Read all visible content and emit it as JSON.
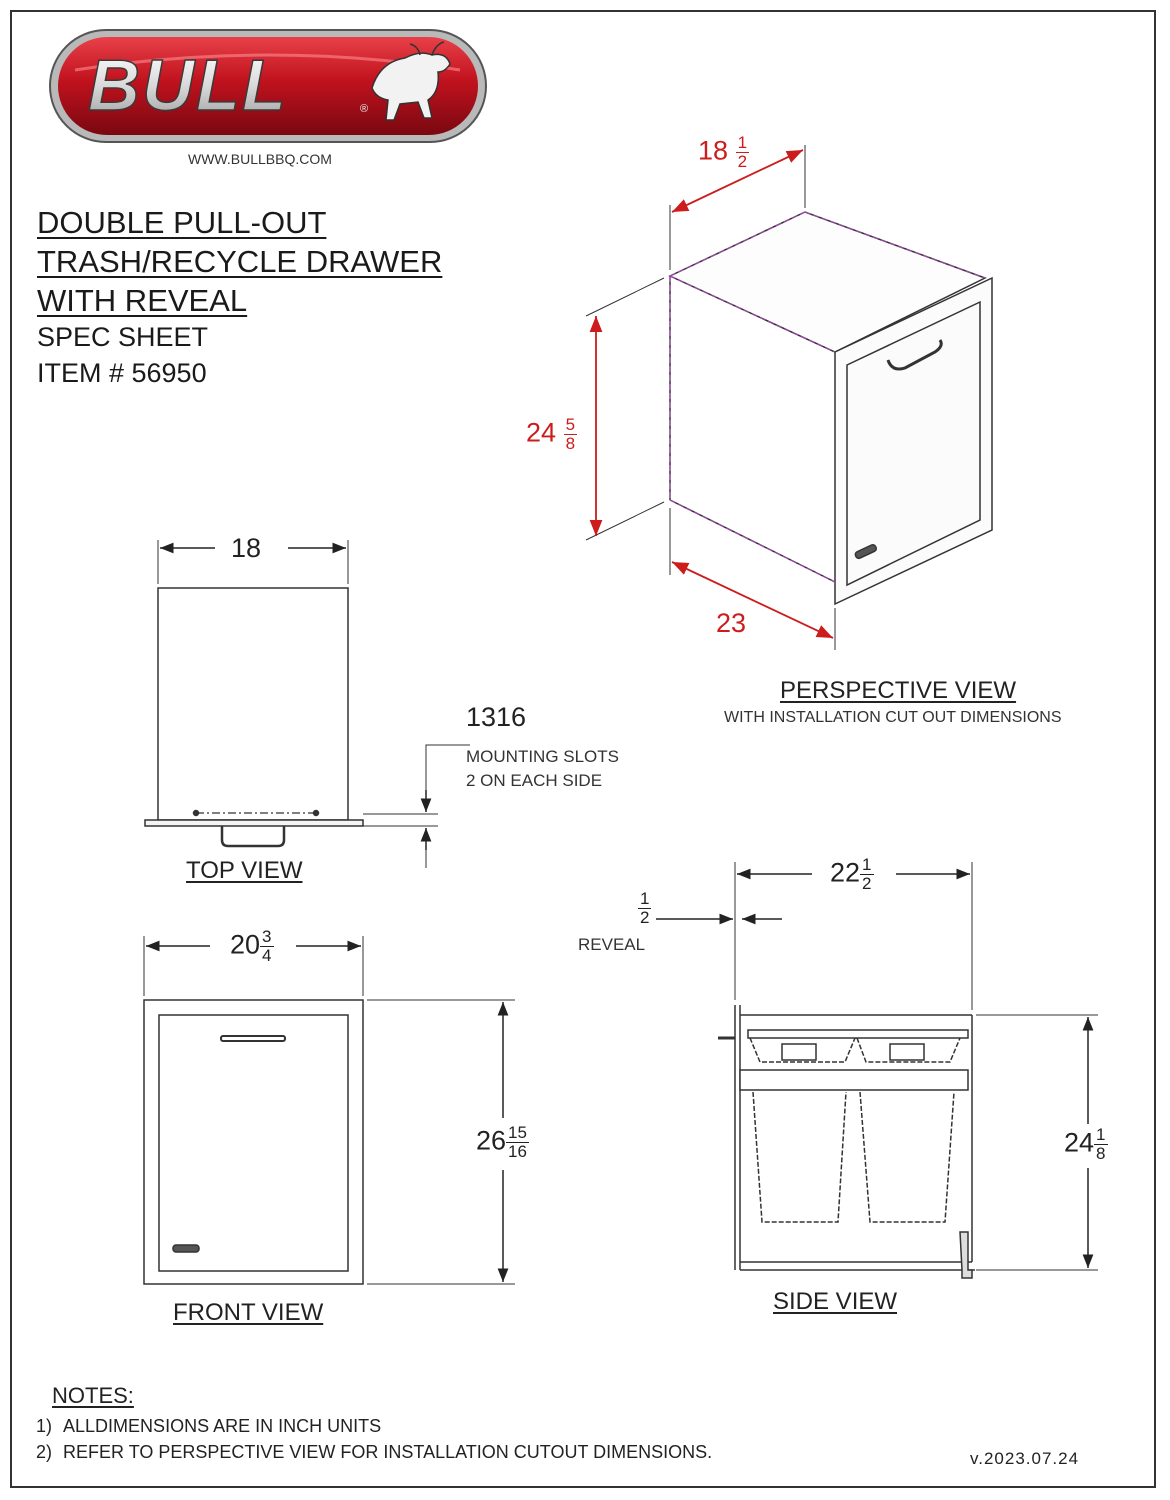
{
  "brand": {
    "logo_text": "BULL",
    "website": "WWW.BULLBBQ.COM",
    "colors": {
      "logo_red": "#c0121e",
      "logo_chrome": "#eeeeee"
    }
  },
  "title": {
    "line1": "DOUBLE PULL-OUT",
    "line2": "TRASH/RECYCLE DRAWER",
    "line3": "WITH REVEAL",
    "line4": "SPEC SHEET",
    "line5": "ITEM # 56950"
  },
  "perspective_view": {
    "label": "PERSPECTIVE VIEW",
    "caption": "WITH INSTALLATION CUT OUT DIMENSIONS",
    "width_whole": "18",
    "width_num": "1",
    "width_den": "2",
    "height_whole": "24",
    "height_num": "5",
    "height_den": "8",
    "depth": "23",
    "dimension_color": "#cc1c1c"
  },
  "top_view": {
    "label": "TOP VIEW",
    "width": "18",
    "slot_value": "1316",
    "slot_note_line1": "MOUNTING SLOTS",
    "slot_note_line2": "2 ON EACH SIDE"
  },
  "front_view": {
    "label": "FRONT VIEW",
    "width_whole": "20",
    "width_num": "3",
    "width_den": "4",
    "height_whole": "26",
    "height_num": "15",
    "height_den": "16"
  },
  "side_view": {
    "label": "SIDE VIEW",
    "depth_whole": "22",
    "depth_num": "1",
    "depth_den": "2",
    "reveal_num": "1",
    "reveal_den": "2",
    "reveal_label": "REVEAL",
    "height_whole": "24",
    "height_num": "1",
    "height_den": "8"
  },
  "notes": {
    "heading": "NOTES:",
    "items": [
      {
        "num": "1)",
        "text": "ALLDIMENSIONS ARE IN INCH UNITS"
      },
      {
        "num": "2)",
        "text": "REFER TO PERSPECTIVE VIEW FOR INSTALLATION CUTOUT DIMENSIONS."
      }
    ]
  },
  "version": "v.2023.07.24"
}
